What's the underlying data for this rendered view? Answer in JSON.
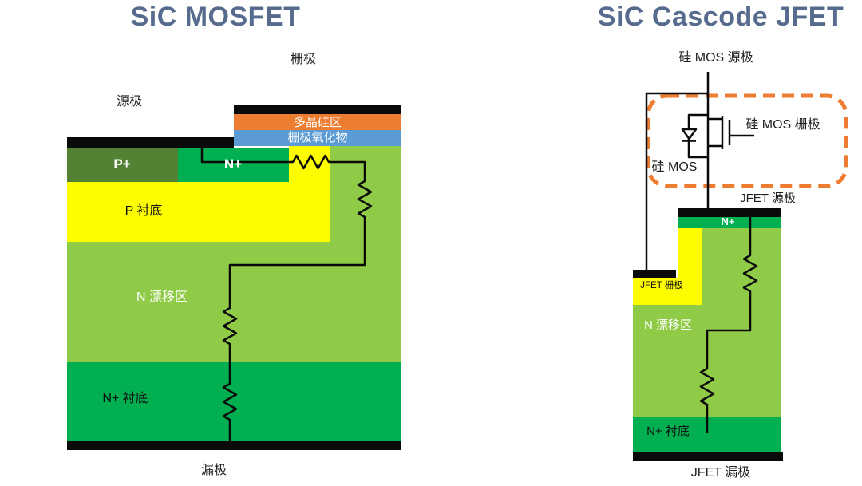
{
  "left": {
    "title": "SiC MOSFET",
    "gate_label": "栅极",
    "source_label": "源极",
    "drain_label": "漏极",
    "poly_region": "多晶硅区",
    "gate_oxide": "栅极氧化物",
    "p_plus": "P+",
    "n_plus": "N+",
    "p_substrate": "P 衬底",
    "n_drift": "N 漂移区",
    "n_plus_substrate": "N+ 衬底"
  },
  "right": {
    "title": "SiC Cascode JFET",
    "si_mos_source": "硅 MOS 源极",
    "si_mos_gate": "硅 MOS 栅极",
    "si_mos": "硅 MOS",
    "jfet_source": "JFET 源极",
    "n_plus": "N+",
    "jfet_gate": "JFET 栅极",
    "n_drift": "N 漂移区",
    "n_plus_substrate": "N+ 衬底",
    "jfet_drain": "JFET 漏极"
  },
  "colors": {
    "title_text": "#566b8e",
    "poly_orange": "#ed7d31",
    "oxide_blue": "#5b9bd5",
    "p_plus_olive": "#548235",
    "n_plus_green": "#00b050",
    "substrate_yellow": "#fdfd00",
    "drift_light_green": "#90cb48",
    "contact_black": "#0a0a0a",
    "cascode_box_orange": "#ed7d31"
  }
}
